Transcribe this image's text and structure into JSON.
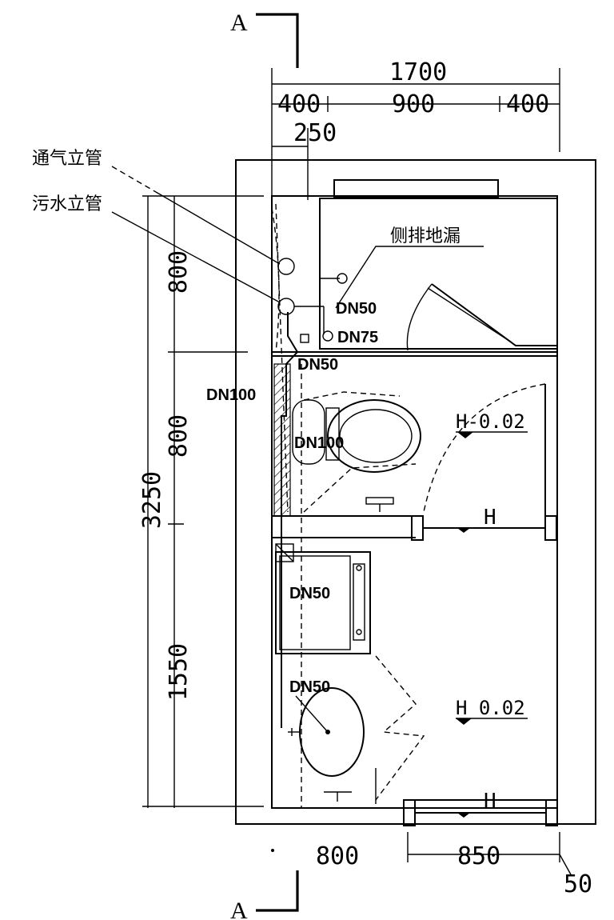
{
  "section_marks": {
    "top": "A",
    "bottom": "A"
  },
  "dimensions": {
    "top_total": "1700",
    "top_left": "400",
    "top_mid": "900",
    "top_right": "400",
    "top_pipe": "250",
    "left_total": "3250",
    "left_1": "800",
    "left_2": "800",
    "left_3": "1550",
    "bottom_left": "800",
    "bottom_mid": "850",
    "bottom_right": "50"
  },
  "labels": {
    "vent_stack": "通气立管",
    "waste_stack": "污水立管",
    "side_drain": "侧排地漏",
    "dn50_a": "DN50",
    "dn75": "DN75",
    "dn50_b": "DN50",
    "dn100_a": "DN100",
    "dn100_b": "DN100",
    "dn50_c": "DN50",
    "dn50_d": "DN50",
    "level_1": "H-0.02",
    "level_2": "H 0.02",
    "door_1": "H",
    "door_2": "H"
  },
  "colors": {
    "line": "#000000",
    "background": "#ffffff"
  }
}
